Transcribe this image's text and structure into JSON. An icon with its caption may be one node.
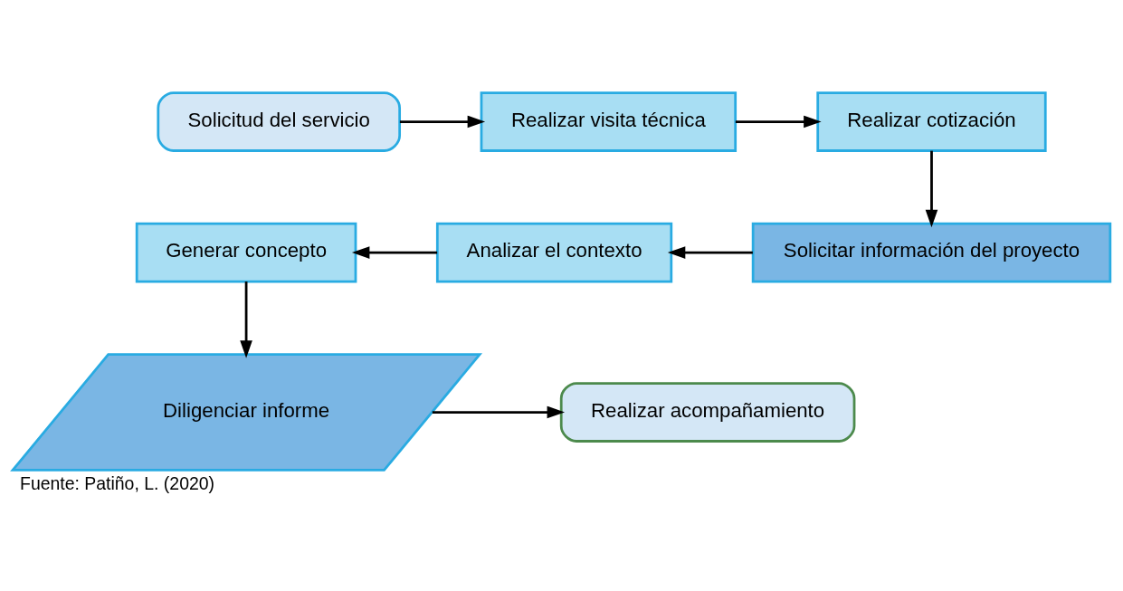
{
  "diagram": {
    "caption": "Fuente: Patiño, L. (2020)",
    "nodes": [
      {
        "text": [
          "Solicitud del servicio"
        ]
      },
      {
        "text": [
          "Realizar visita técnica"
        ]
      },
      {
        "text": [
          "Realizar cotización"
        ]
      },
      {
        "text": [
          "Solicitar información del proyecto"
        ]
      },
      {
        "text": [
          "Analizar el contexto"
        ]
      },
      {
        "text": [
          "Generar concepto"
        ]
      },
      {
        "text": [
          "Diligenciar informe"
        ]
      },
      {
        "text": [
          "Realizar acompañamiento"
        ]
      }
    ],
    "edges": [
      {
        "from": 0,
        "to": 1,
        "arrow": "to"
      },
      {
        "from": 1,
        "to": 2,
        "arrow": "to"
      },
      {
        "from": 2,
        "to": 3,
        "arrow": "to"
      },
      {
        "from": 3,
        "to": 4,
        "arrow": "to"
      },
      {
        "from": 4,
        "to": 5,
        "arrow": "to"
      },
      {
        "from": 5,
        "to": 6,
        "arrow": "to"
      },
      {
        "from": 6,
        "to": 7,
        "arrow": "to"
      }
    ]
  }
}
